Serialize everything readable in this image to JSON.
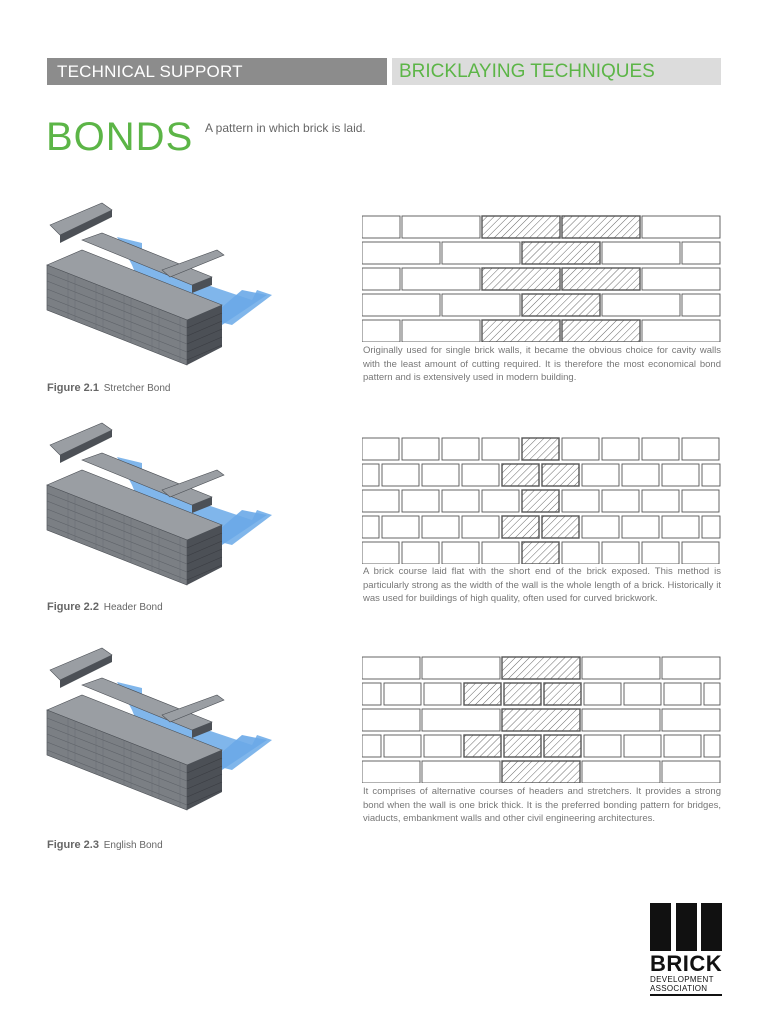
{
  "header": {
    "left_label": "TECHNICAL SUPPORT",
    "right_label": "BRICKLAYING TECHNIQUES",
    "left_bg": "#8c8c8c",
    "right_bg": "#dcdcdc",
    "accent": "#5cb547"
  },
  "page": {
    "title": "BONDS",
    "subtitle": "A pattern in which brick is laid."
  },
  "figures": [
    {
      "number": "Figure 2.1",
      "name": "Stretcher Bond",
      "description": "Originally used for single brick walls, it became the obvious choice for cavity walls with the least amount of cutting required. It is therefore the most economical bond pattern and is extensively used in modern building."
    },
    {
      "number": "Figure 2.2",
      "name": "Header Bond",
      "description": "A brick course laid flat with the short end of the brick exposed. This method is particularly strong as the width of the wall is the whole length of a brick. Historically it was used for buildings of high quality, often used for curved brickwork."
    },
    {
      "number": "Figure 2.3",
      "name": "English Bond",
      "description": "It comprises of alternative courses of headers and stretchers. It provides a strong bond when the wall is one brick thick. It is the preferred bonding pattern for bridges, viaducts, embankment walls and other civil engineering architectures."
    }
  ],
  "logo": {
    "word": "BRICK",
    "line1": "DEVELOPMENT",
    "line2": "ASSOCIATION"
  },
  "icons": [
    "brick-logo-icon",
    "isometric-wall-icon"
  ]
}
